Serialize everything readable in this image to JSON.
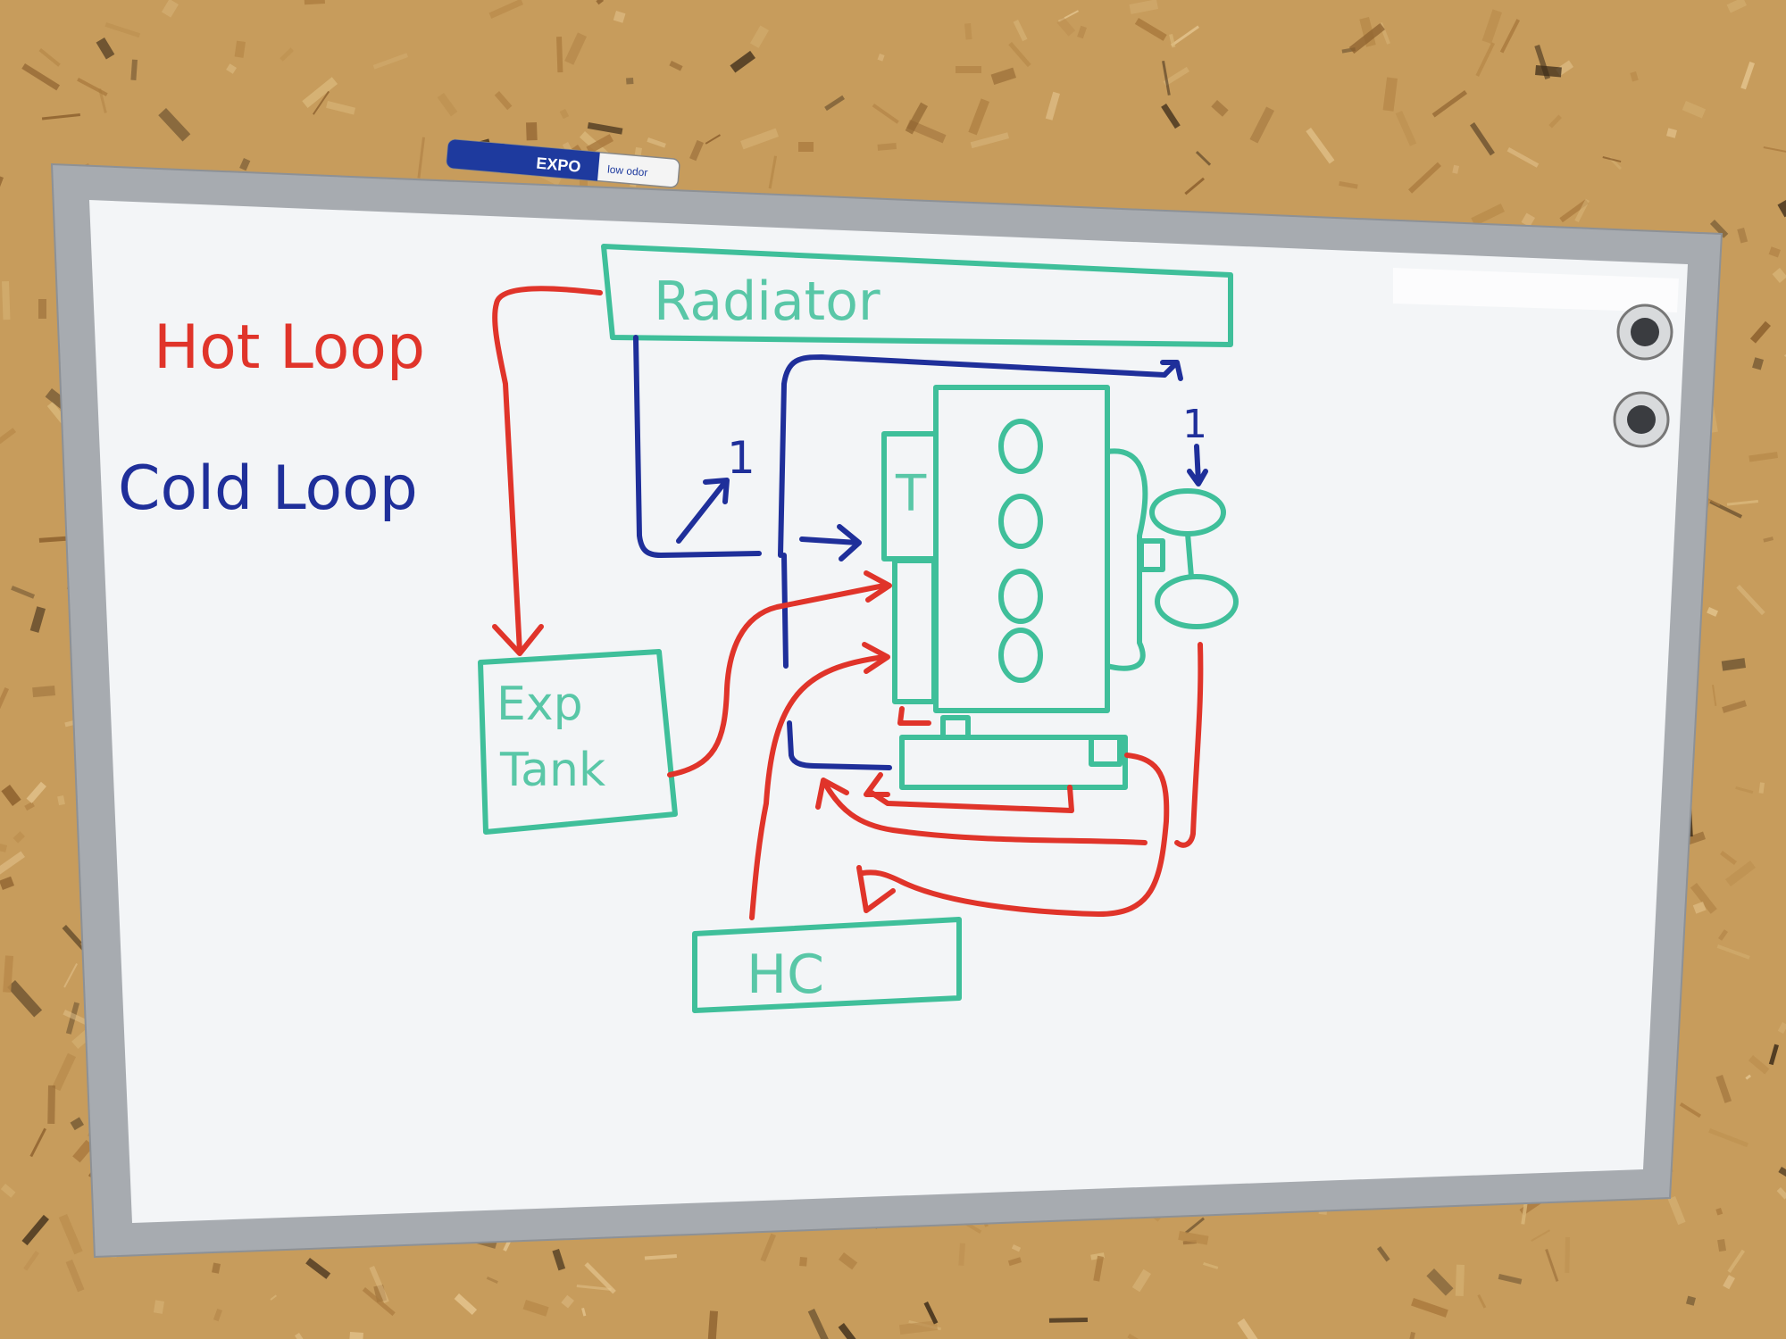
{
  "legend": {
    "hot_label": "Hot Loop",
    "cold_label": "Cold Loop"
  },
  "components": {
    "radiator": "Radiator",
    "exp_tank_line1": "Exp",
    "exp_tank_line2": "Tank",
    "thermostat": "T",
    "heater_core": "HC"
  },
  "annotations": {
    "step_left": "1",
    "step_right": "1"
  },
  "marker": {
    "brand": "EXPO",
    "tagline": "low odor"
  },
  "colors": {
    "hot": "#e0342a",
    "cold": "#1f2f9a",
    "component": "#3fbf9a",
    "board": "#f4f6f8",
    "frame": "#a9adb2",
    "wall": "#c9a062"
  }
}
